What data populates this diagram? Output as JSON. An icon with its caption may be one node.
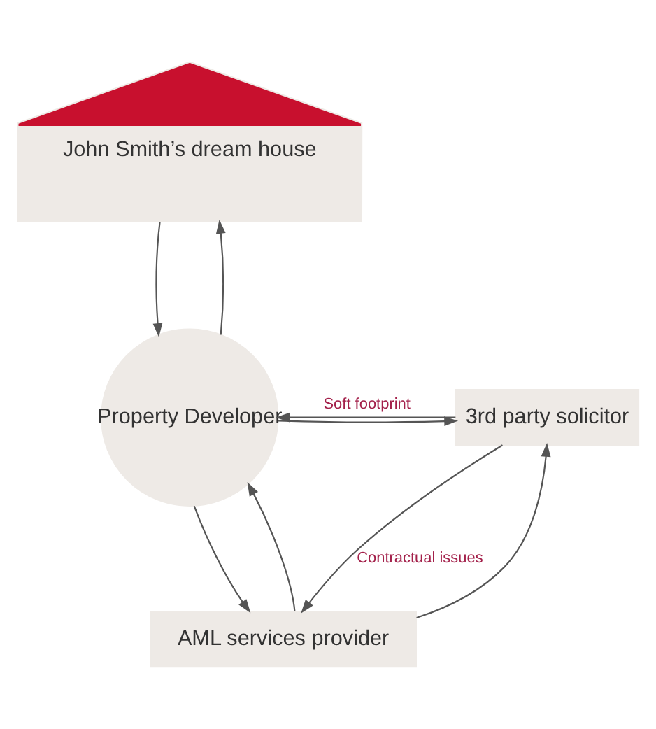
{
  "diagram": {
    "nodes": [
      {
        "text": [
          "John Smith’s dream house"
        ]
      },
      {
        "text": [
          "Property Developer"
        ]
      },
      {
        "text": [
          "3rd party solicitor"
        ]
      },
      {
        "text": [
          "AML services provider"
        ]
      }
    ],
    "edges": [
      {
        "from": 0,
        "to": 1,
        "arrow": "to"
      },
      {
        "from": 1,
        "to": 0,
        "arrow": "to"
      },
      {
        "from": 2,
        "to": 1,
        "arrow": "to",
        "label": "Soft footprint"
      },
      {
        "from": 1,
        "to": 2,
        "arrow": "to"
      },
      {
        "from": 3,
        "to": 2,
        "arrow": "to"
      },
      {
        "from": 2,
        "to": 3,
        "arrow": "to",
        "label": "Contractual issues"
      },
      {
        "from": 1,
        "to": 3,
        "arrow": "to"
      },
      {
        "from": 3,
        "to": 1,
        "arrow": "to"
      }
    ]
  }
}
